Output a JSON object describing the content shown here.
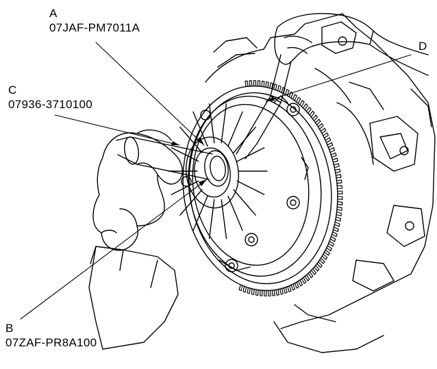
{
  "callouts": {
    "a": {
      "letter": "A",
      "part": "07JAF-PM7011A"
    },
    "b": {
      "letter": "B",
      "part": "07ZAF-PR8A100"
    },
    "c": {
      "letter": "C",
      "part": "07936-3710100"
    },
    "d": {
      "letter": "D"
    }
  },
  "colors": {
    "line": "#000000",
    "background": "#ffffff"
  }
}
